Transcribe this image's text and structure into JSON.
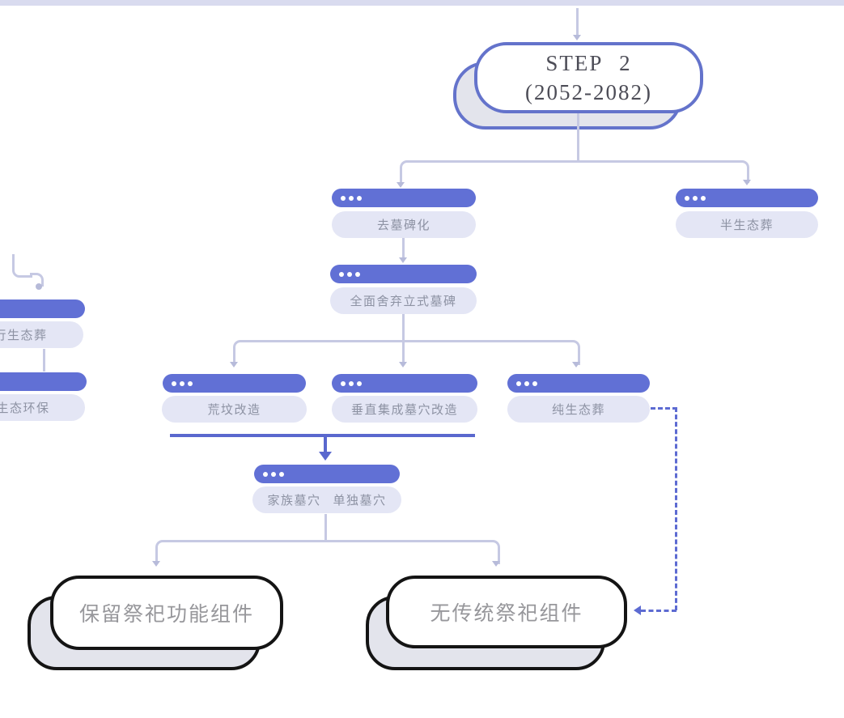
{
  "colors": {
    "bar": "#6170d5",
    "pill": "#e4e6f5",
    "pill_text": "#8d92a3",
    "line": "#c6c9e3",
    "line_dark": "#b7bbda",
    "accent": "#5a68ce",
    "dashed": "#5d6bd2",
    "root_border": "#6473cb",
    "root_text": "#4d4d57",
    "terminal_border": "#141414",
    "terminal_text": "#97979b",
    "shadow_fill": "#e3e4ec",
    "band": "#d9dbef"
  },
  "icons": {
    "node_bar_icon": "ellipsis-dots"
  },
  "root": {
    "title": "STEP 2",
    "subtitle": "(2052-2082)"
  },
  "left_branch": {
    "eco_burial_partial": "行生态葬",
    "eco_friendly_partial": "生态环保"
  },
  "level1": {
    "de_tombstone": "去墓碑化",
    "semi_eco_burial": "半生态葬"
  },
  "level2": {
    "abandon_upright_tombstones": "全面舍弃立式墓碑"
  },
  "level3": {
    "abandoned_grave_renovation": "荒坟改造",
    "vertical_integrated_grave": "垂直集成墓穴改造",
    "pure_eco_burial": "纯生态葬"
  },
  "level4": {
    "family_grave": "家族墓穴",
    "single_grave": "单独墓穴"
  },
  "terminals": {
    "keep_ritual": "保留祭祀功能组件",
    "no_ritual": "无传统祭祀组件"
  }
}
